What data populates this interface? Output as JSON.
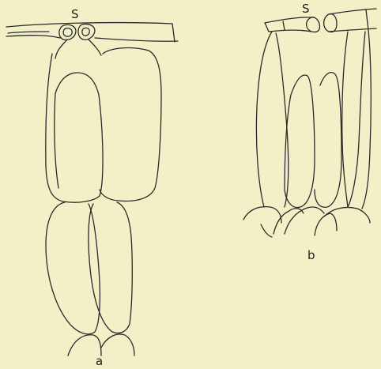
{
  "figure": {
    "panels": [
      {
        "id": "a",
        "label": "a",
        "stomata_label": "S"
      },
      {
        "id": "b",
        "label": "b",
        "stomata_label": "S"
      }
    ],
    "colors": {
      "background": "#f3f0c8",
      "line": "#2a2a2a"
    }
  }
}
